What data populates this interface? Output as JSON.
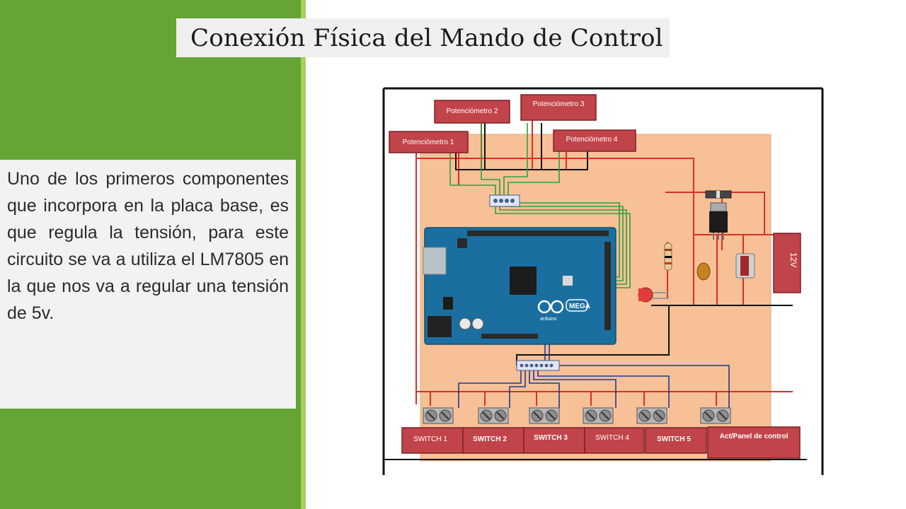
{
  "slide": {
    "title": "Conexión Física del Mando de Control",
    "body": "Uno de los primeros componentes que incorpora en la placa base, es que regula la tensión, para este circuito se va a utiliza el LM7805 en la que nos va a regular una tensión de 5v."
  },
  "diagram": {
    "potentiometers": [
      "Potenciómetro 1",
      "Potenciómetro 2",
      "Potenciómetro 3",
      "Potenciómetro  4"
    ],
    "switches": [
      "SWITCH 1",
      "SWITCH 2",
      "SWITCH 3",
      "SWITCH 4",
      "SWITCH 5"
    ],
    "control_panel": "Act/Panel de control",
    "power_supply": "12V",
    "arduino_logo": "arduino",
    "arduino_model": "MEGA"
  },
  "colors": {
    "green_panel": "#65a536",
    "green_stripe": "#a9cf5c",
    "board_orange": "#f7c096",
    "component_red": "#c0392b",
    "arduino_blue": "#1b6fa0"
  }
}
